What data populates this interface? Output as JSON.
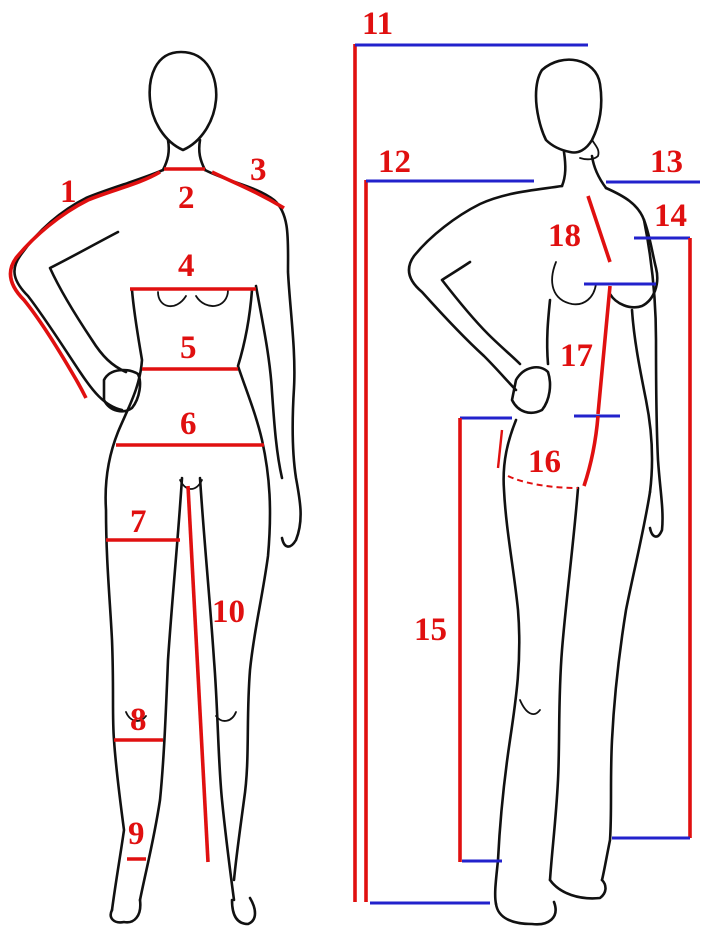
{
  "labels": {
    "l1": "1",
    "l2": "2",
    "l3": "3",
    "l4": "4",
    "l5": "5",
    "l6": "6",
    "l7": "7",
    "l8": "8",
    "l9": "9",
    "l10": "10",
    "l11": "11",
    "l12": "12",
    "l13": "13",
    "l14": "14",
    "l15": "15",
    "l16": "16",
    "l17": "17",
    "l18": "18"
  },
  "colors": {
    "measure_line": "#e01010",
    "reference_line": "#2222cc",
    "outline": "#111111"
  }
}
